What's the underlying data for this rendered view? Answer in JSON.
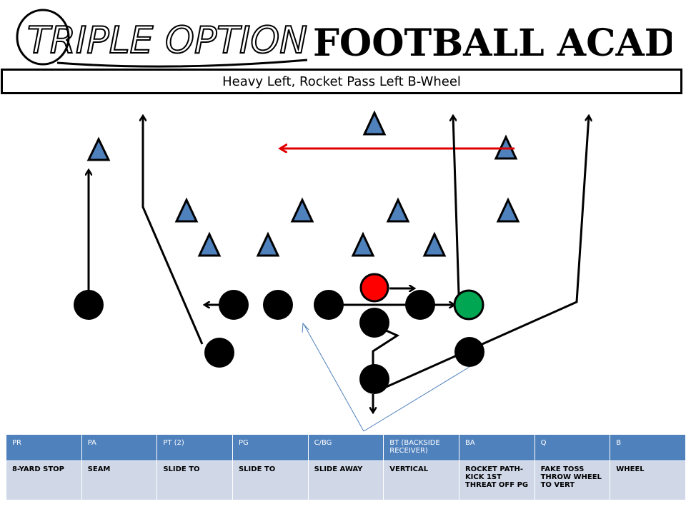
{
  "header": {
    "logo_left": "TRIPLE OPTION",
    "logo_right": "FOOTBALL ACADEMY"
  },
  "play_title": "Heavy Left, Rocket Pass Left B-Wheel",
  "colors": {
    "defender": "#4f81bd",
    "offense": "#000000",
    "pitch_back": "#ff0000",
    "target": "#00a651",
    "motion_arrow": "#e00000",
    "pointer": "#4f81bd",
    "table_header": "#4f81bd",
    "table_body": "#d0d8e8"
  },
  "assignments": {
    "headers": [
      "PR",
      "PA",
      "PT (2)",
      "PG",
      "C/BG",
      "BT (BACKSIDE RECEIVER)",
      "BA",
      "Q",
      "B"
    ],
    "values": [
      "8-YARD STOP",
      "SEAM",
      "SLIDE TO",
      "SLIDE TO",
      "SLIDE AWAY",
      "VERTICAL",
      "ROCKET PATH- KICK 1ST THREAT OFF PG",
      "FAKE TOSS THROW WHEEL TO VERT",
      "WHEEL"
    ]
  }
}
